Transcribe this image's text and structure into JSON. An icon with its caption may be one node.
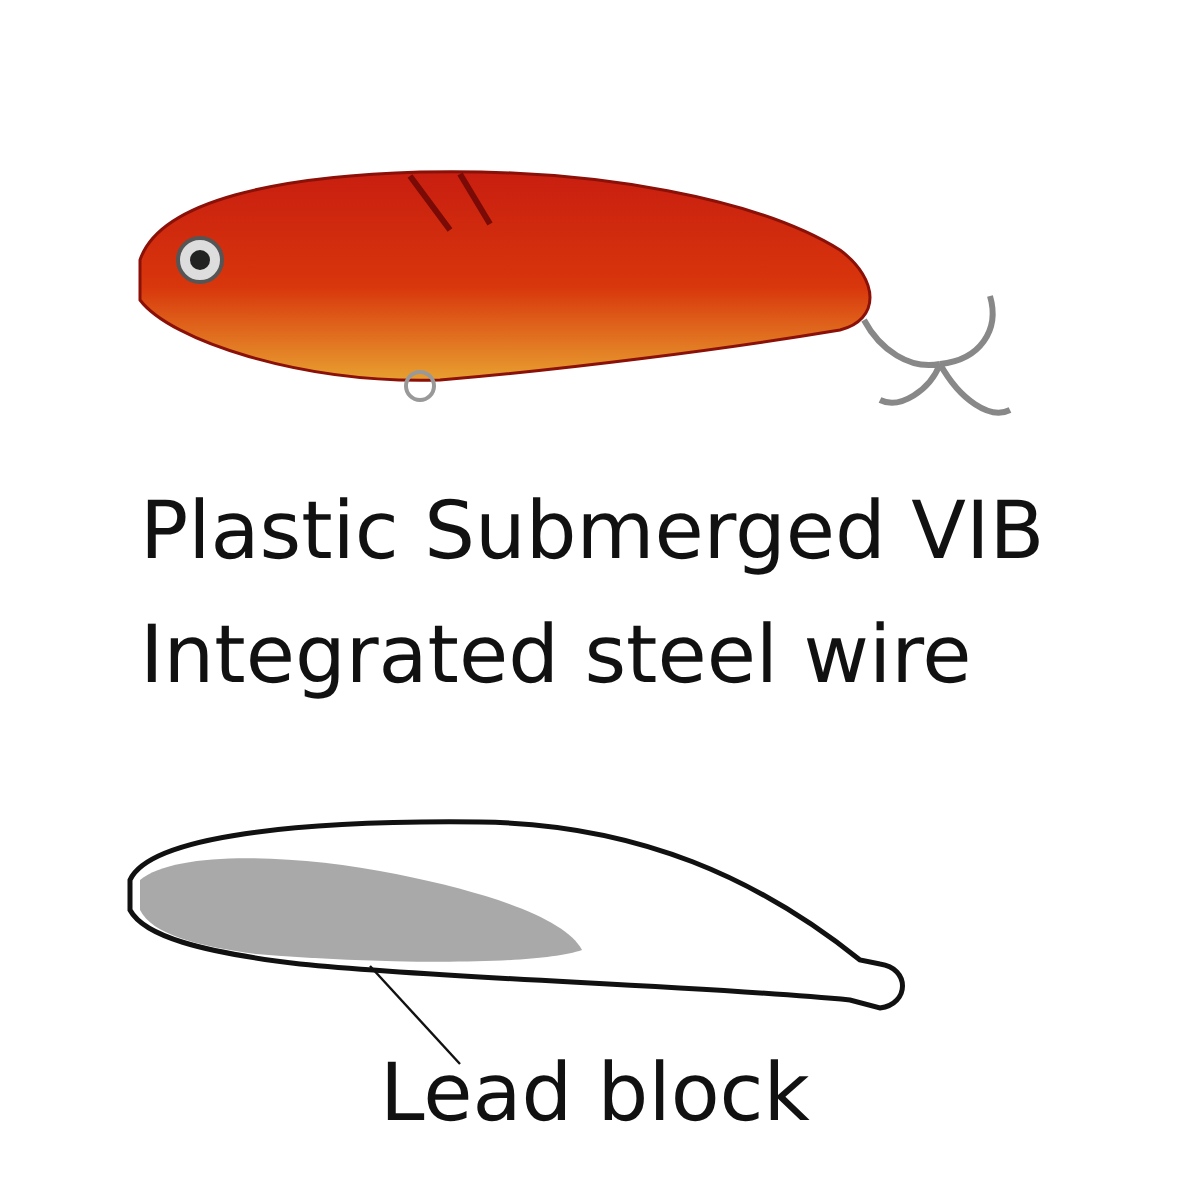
{
  "diagram": {
    "nodes": [
      {
        "text": [
          "Lead block"
        ]
      },
      {
        "text": [],
        "shape": "blob"
      }
    ],
    "edges": [
      {
        "from": 0,
        "to": 1,
        "arrow": "none"
      }
    ],
    "labels": [
      "Plastic Submerged VIB",
      "Integrated steel wire"
    ]
  }
}
